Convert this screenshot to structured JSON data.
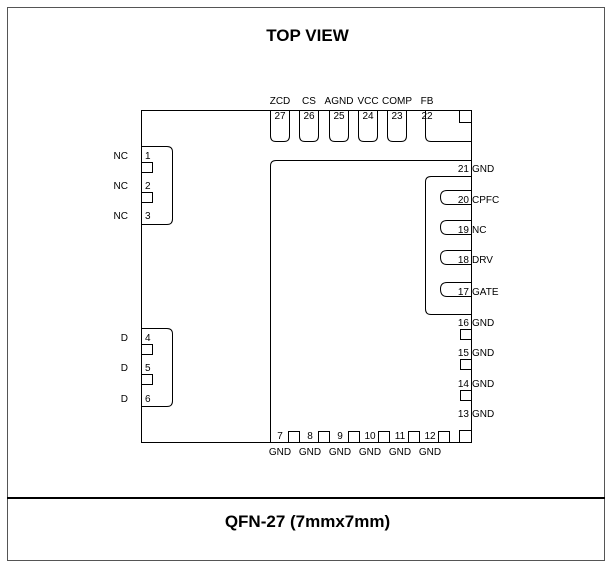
{
  "header": {
    "title": "TOP VIEW"
  },
  "footer": {
    "package": "QFN-27 (7mmx7mm)"
  },
  "colors": {
    "line": "#000000",
    "frame": "#555555",
    "background": "#ffffff"
  },
  "pins": {
    "top": [
      {
        "num": "27",
        "name": "ZCD"
      },
      {
        "num": "26",
        "name": "CS"
      },
      {
        "num": "25",
        "name": "AGND"
      },
      {
        "num": "24",
        "name": "VCC"
      },
      {
        "num": "23",
        "name": "COMP"
      },
      {
        "num": "22",
        "name": "FB"
      }
    ],
    "left": [
      {
        "num": "1",
        "name": "NC"
      },
      {
        "num": "2",
        "name": "NC"
      },
      {
        "num": "3",
        "name": "NC"
      },
      {
        "num": "4",
        "name": "D"
      },
      {
        "num": "5",
        "name": "D"
      },
      {
        "num": "6",
        "name": "D"
      }
    ],
    "right": [
      {
        "num": "21",
        "name": "GND"
      },
      {
        "num": "20",
        "name": "CPFC"
      },
      {
        "num": "19",
        "name": "NC"
      },
      {
        "num": "18",
        "name": "DRV"
      },
      {
        "num": "17",
        "name": "GATE"
      },
      {
        "num": "16",
        "name": "GND"
      },
      {
        "num": "15",
        "name": "GND"
      },
      {
        "num": "14",
        "name": "GND"
      },
      {
        "num": "13",
        "name": "GND"
      }
    ],
    "bottom": [
      {
        "num": "7",
        "name": "GND"
      },
      {
        "num": "8",
        "name": "GND"
      },
      {
        "num": "9",
        "name": "GND"
      },
      {
        "num": "10",
        "name": "GND"
      },
      {
        "num": "11",
        "name": "GND"
      },
      {
        "num": "12",
        "name": "GND"
      }
    ]
  }
}
